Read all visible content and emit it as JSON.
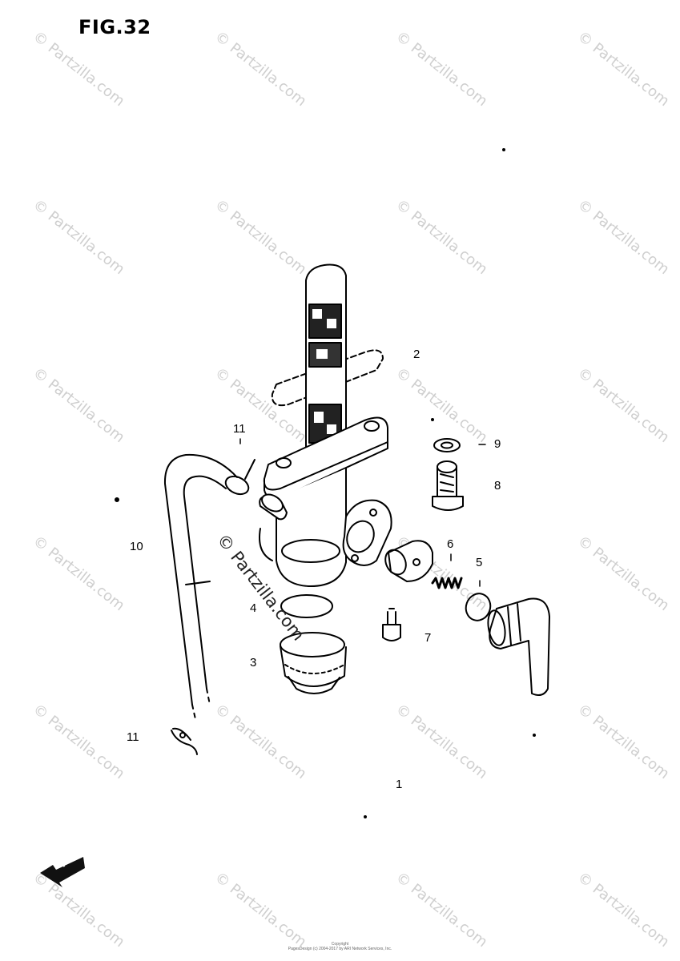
{
  "figure": {
    "title": "FIG.32"
  },
  "callouts": [
    {
      "id": "2",
      "label": "2"
    },
    {
      "id": "11a",
      "label": "11"
    },
    {
      "id": "9",
      "label": "9"
    },
    {
      "id": "8",
      "label": "8"
    },
    {
      "id": "10",
      "label": "10"
    },
    {
      "id": "6",
      "label": "6"
    },
    {
      "id": "5",
      "label": "5"
    },
    {
      "id": "4",
      "label": "4"
    },
    {
      "id": "7",
      "label": "7"
    },
    {
      "id": "3",
      "label": "3"
    },
    {
      "id": "11b",
      "label": "11"
    },
    {
      "id": "1",
      "label": "1"
    }
  ],
  "watermark": {
    "text": "© Partzilla.com"
  },
  "direction_marker": {
    "label": "FWD"
  },
  "copyright": {
    "line1": "Copyright",
    "line2": "PagesDesign (c) 2004-2017 by ARI Network Services, Inc."
  },
  "colors": {
    "ink": "#000000",
    "watermark": "#cfcfcf"
  }
}
